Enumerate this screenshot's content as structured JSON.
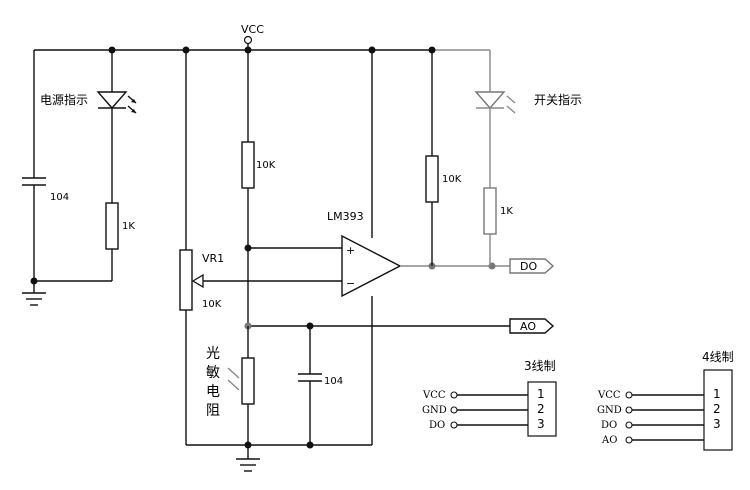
{
  "vcc_top": "VCC",
  "power_led_label": "电源指示",
  "switch_led_label": "开关指示",
  "cap_left_value": "104",
  "res_power_led": "1K",
  "pot_name": "VR1",
  "pot_value": "10K",
  "res_pullup_in": "10K",
  "comparator": "LM393",
  "plus_sign": "+",
  "minus_sign": "−",
  "res_pullup_out": "10K",
  "res_switch_led": "1K",
  "do_label": "DO",
  "ao_label": "AO",
  "photoresistor_chars": [
    "光",
    "敏",
    "电",
    "阻"
  ],
  "cap_bottom_value": "104",
  "connector_3": {
    "title": "3线制",
    "signals": [
      "VCC",
      "GND",
      "DO"
    ],
    "pins": [
      "1",
      "2",
      "3"
    ]
  },
  "connector_4": {
    "title": "4线制",
    "signals": [
      "VCC",
      "GND",
      "DO",
      "AO"
    ],
    "pins": [
      "1",
      "2",
      "3"
    ]
  }
}
